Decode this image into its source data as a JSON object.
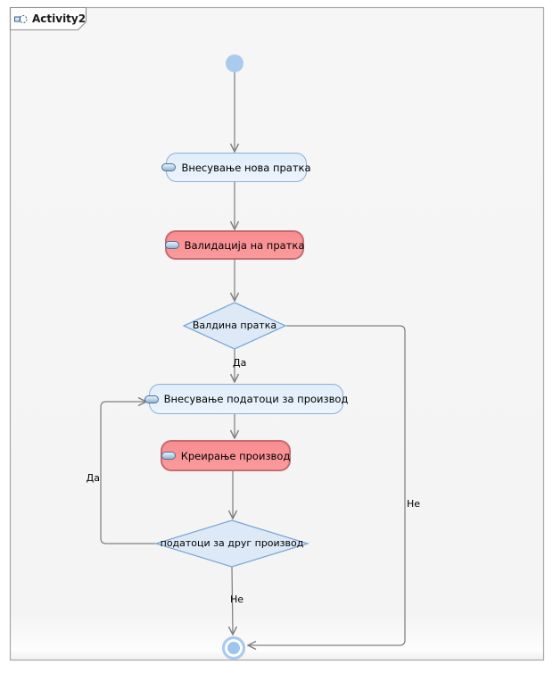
{
  "window": {
    "tab_label": "Activity2"
  },
  "diagram": {
    "type": "uml-activity-diagram",
    "nodes": {
      "initial": {
        "kind": "initial-node"
      },
      "activity1": {
        "label": "Внесување нова пратка",
        "style": "blue"
      },
      "activity2": {
        "label": "Валидација на пратка",
        "style": "red"
      },
      "decision1": {
        "label": "Валдина пратка"
      },
      "activity3": {
        "label": "Внесување податоци за производ",
        "style": "blue"
      },
      "activity4": {
        "label": "Креирање производ",
        "style": "red"
      },
      "decision2": {
        "label": "податоци за друг производ"
      },
      "final": {
        "kind": "activity-final-node"
      }
    },
    "edge_labels": {
      "decision1_yes": "Да",
      "decision1_no": "Не",
      "decision2_yes": "Да",
      "decision2_no": "Не"
    },
    "colors": {
      "activity_blue_fill": "#e3eefa",
      "activity_blue_border": "#8cb0d6",
      "activity_red_fill": "#fa9396",
      "activity_red_border": "#c66a70",
      "decision_fill": "#dde9f7",
      "decision_border": "#78a7d4",
      "node_blue": "#a9cbee",
      "edge_gray": "#808080"
    }
  }
}
